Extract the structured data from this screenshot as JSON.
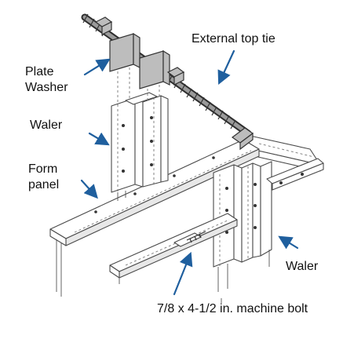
{
  "diagram": {
    "labels": {
      "plate_washer_line1": "Plate",
      "plate_washer_line2": "Washer",
      "external_top_tie": "External top tie",
      "waler_left": "Waler",
      "form_panel_line1": "Form",
      "form_panel_line2": "panel",
      "waler_right": "Waler",
      "machine_bolt": "7/8 x 4-1/2 in. machine bolt"
    },
    "colors": {
      "arrow": "#1f5f9e",
      "line": "#4a4a4a",
      "washer": "#bdbdbd",
      "text": "#111111"
    }
  }
}
